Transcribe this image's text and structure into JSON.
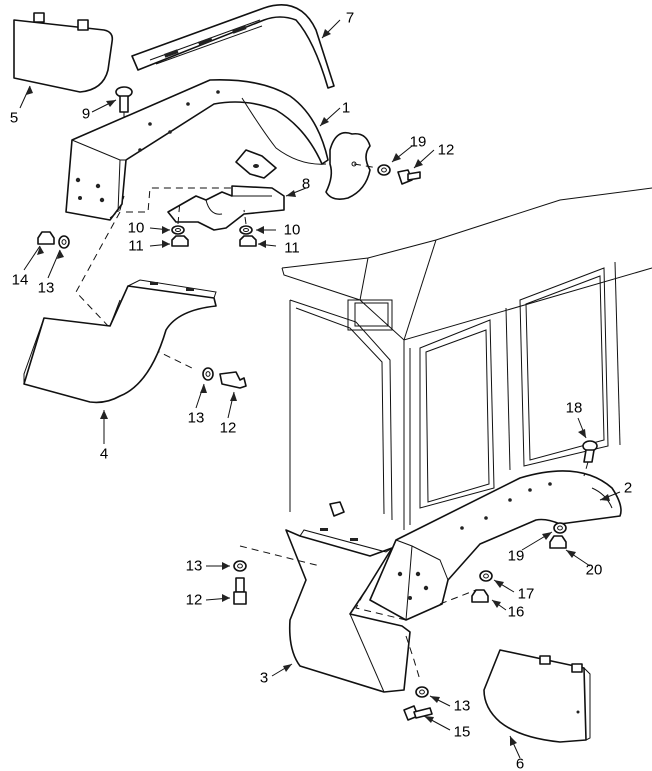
{
  "callouts": {
    "c1": "1",
    "c2": "2",
    "c3": "3",
    "c4": "4",
    "c5": "5",
    "c6": "6",
    "c7": "7",
    "c8": "8",
    "c9": "9",
    "c10a": "10",
    "c10b": "10",
    "c11a": "11",
    "c11b": "11",
    "c12a": "12",
    "c12b": "12",
    "c12c": "12",
    "c13a": "13",
    "c13b": "13",
    "c13c": "13",
    "c13d": "13",
    "c14": "14",
    "c15": "15",
    "c16": "16",
    "c17": "17",
    "c18": "18",
    "c19a": "19",
    "c19b": "19",
    "c20": "20"
  }
}
